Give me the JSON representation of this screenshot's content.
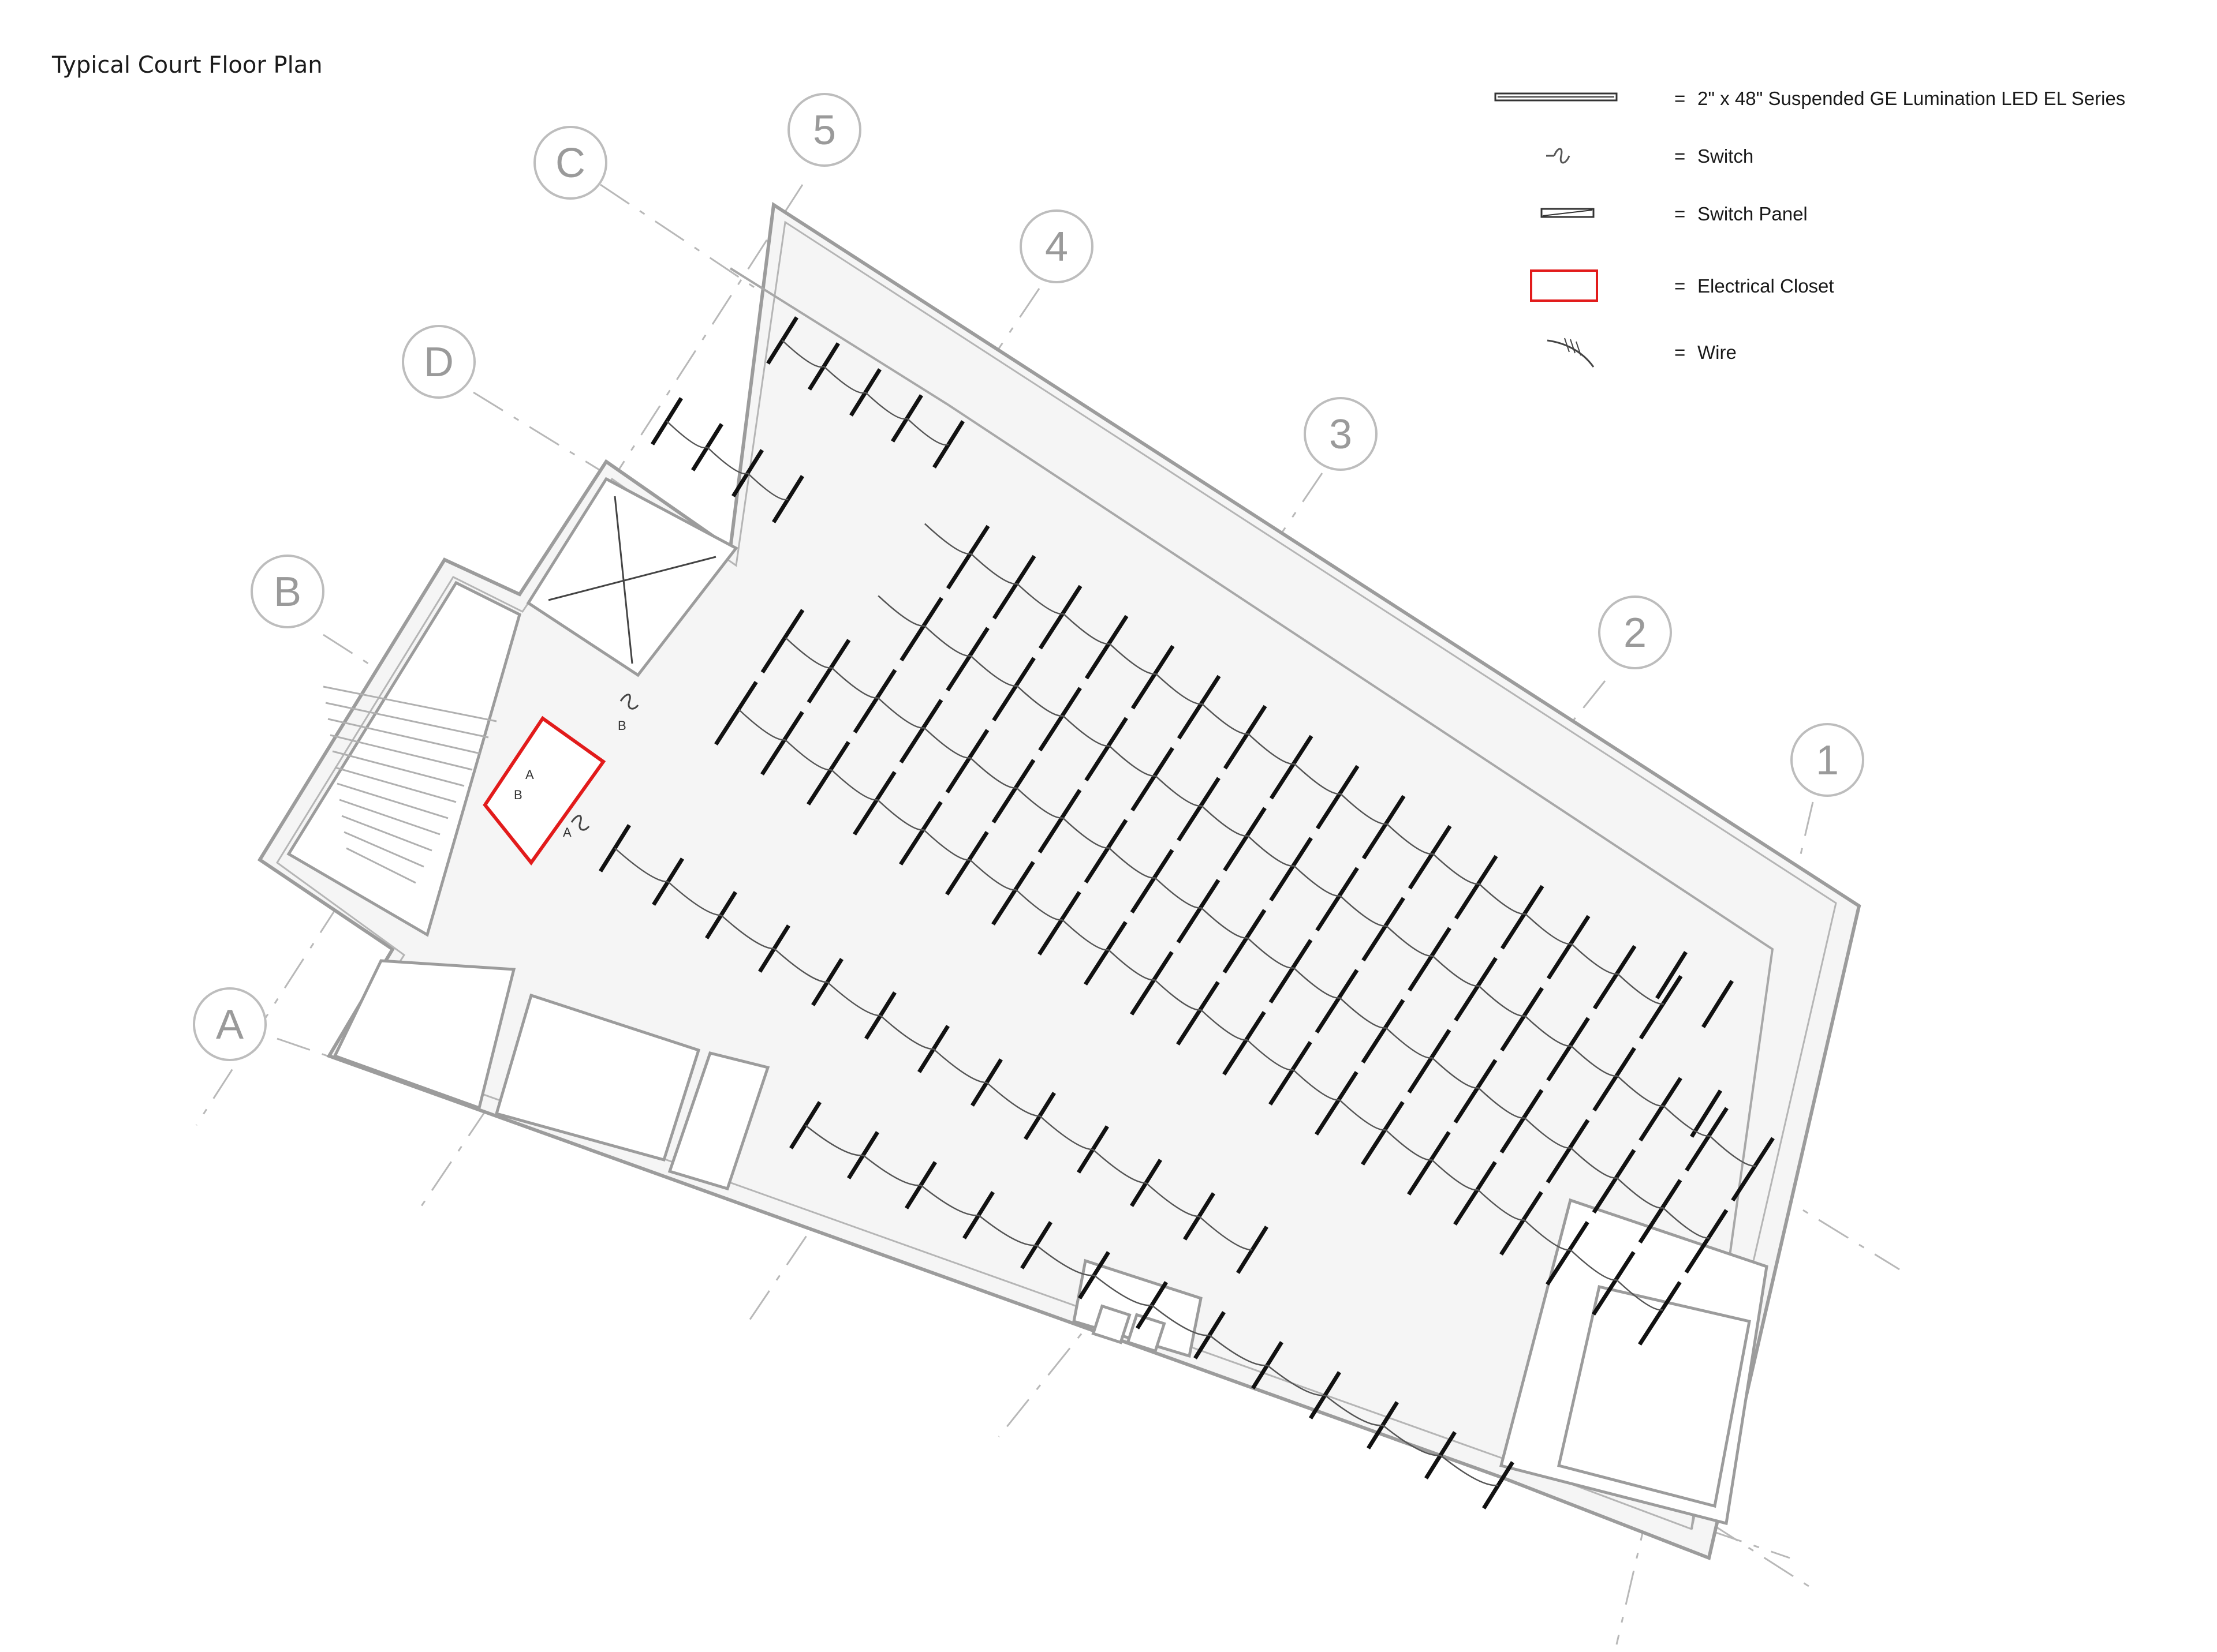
{
  "title": "Typical Court Floor Plan",
  "legend": [
    {
      "symbol": "led-fixture",
      "equals": "=",
      "label": "2\" x 48\" Suspended GE Lumination LED EL Series"
    },
    {
      "symbol": "switch",
      "equals": "=",
      "label": "Switch"
    },
    {
      "symbol": "switch-panel",
      "equals": "=",
      "label": "Switch Panel"
    },
    {
      "symbol": "electrical-closet",
      "equals": "=",
      "label": "Electrical Closet"
    },
    {
      "symbol": "wire",
      "equals": "=",
      "label": "Wire"
    }
  ],
  "grid_labels": {
    "letters": [
      "A",
      "B",
      "C",
      "D"
    ],
    "numbers": [
      "1",
      "2",
      "3",
      "4",
      "5"
    ]
  },
  "switch_labels": [
    "A",
    "B",
    "B",
    "A"
  ],
  "colors": {
    "wall": "#9c9c9c",
    "fixture": "#111111",
    "closet": "#e21b1b",
    "grid": "#b0b0b0",
    "floor_fill": "#f5f5f5"
  }
}
